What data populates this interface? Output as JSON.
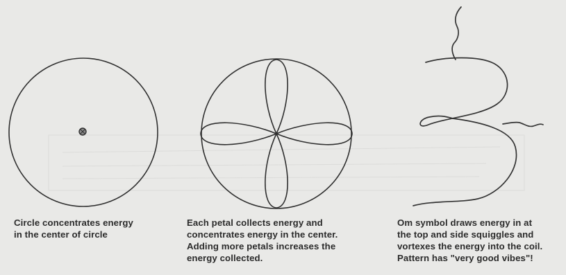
{
  "figures": [
    {
      "id": "circle",
      "caption_lines": [
        "Circle concentrates energy",
        "in the center of circle"
      ]
    },
    {
      "id": "petals",
      "caption_lines": [
        "Each petal collects energy and",
        "concentrates energy in the center.",
        "Adding more petals increases the",
        "energy collected."
      ]
    },
    {
      "id": "om",
      "caption_lines": [
        "Om symbol draws energy in at",
        "the top and side squiggles and",
        "vortexes the energy into the coil.",
        "Pattern has \"very good vibes\"!"
      ]
    }
  ],
  "colors": {
    "paper": "#e9e9e7",
    "ink": "#2f2f2f"
  }
}
